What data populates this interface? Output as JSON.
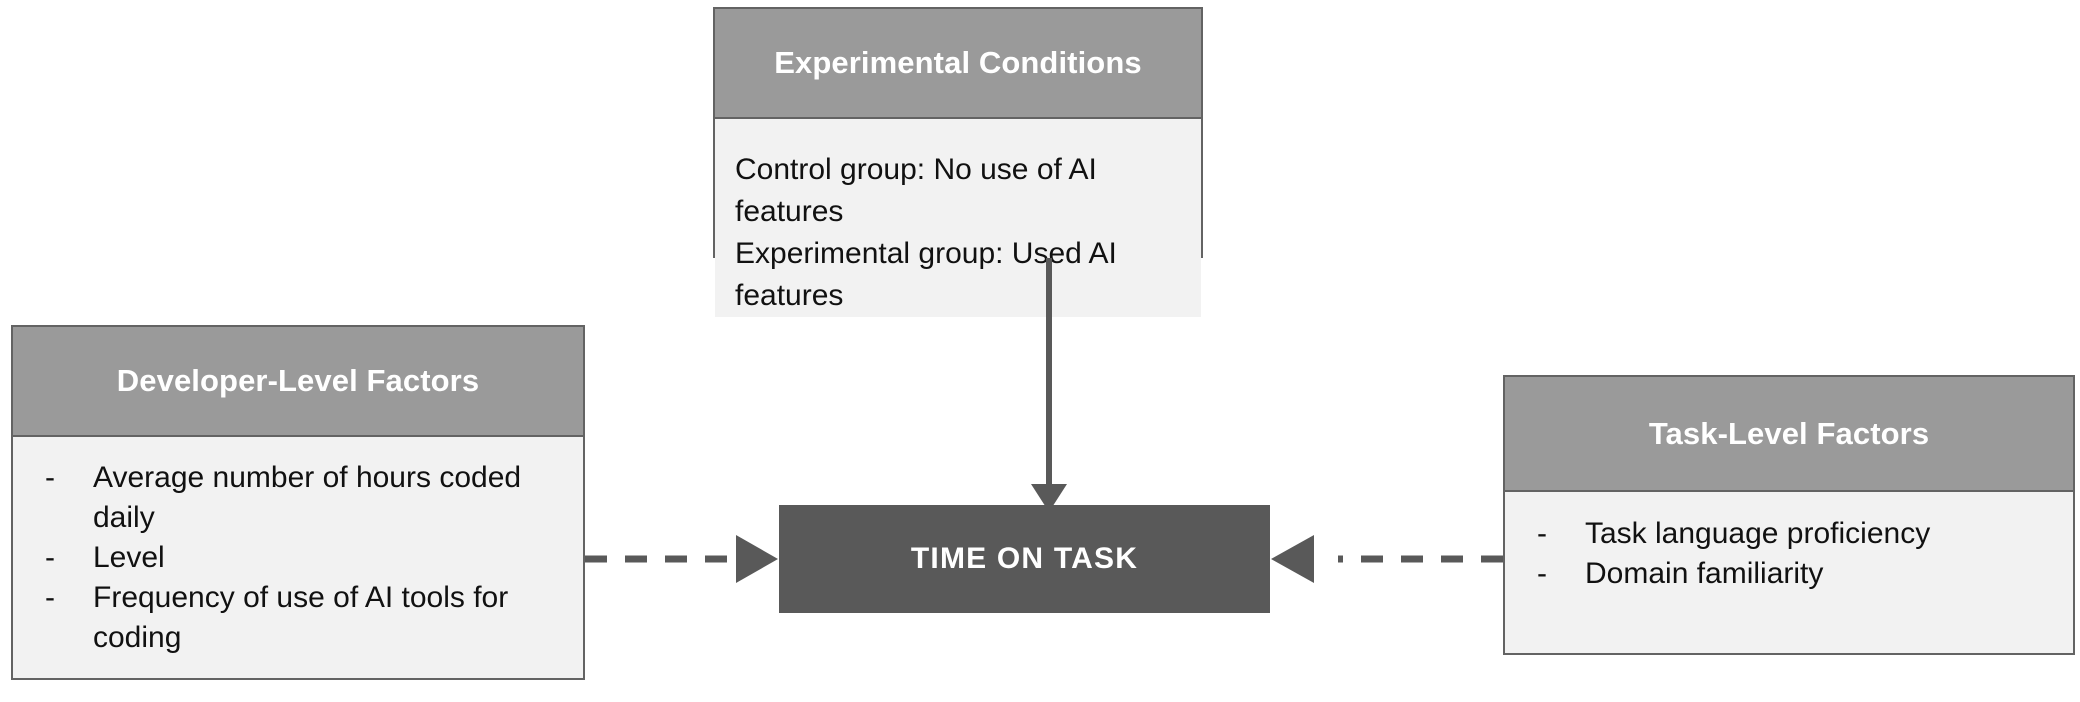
{
  "diagram": {
    "title": "Conceptual model of factors influencing time on task",
    "background_color": "#ffffff",
    "header_fill": "#9a9a9a",
    "body_fill": "#f2f2f2",
    "border_color": "#636363",
    "outcome_fill": "#595959",
    "connector_color": "#595959",
    "header_text_color": "#ffffff",
    "body_text_color": "#111111"
  },
  "experimental_conditions": {
    "title": "Experimental Conditions",
    "lines": [
      "Control group: No use of AI features",
      "Experimental group: Used AI features"
    ]
  },
  "developer_level_factors": {
    "title": "Developer-Level Factors",
    "bullet_marker": "-",
    "items": [
      "Average number of hours coded daily",
      "Level",
      "Frequency of use of AI tools for coding"
    ]
  },
  "task_level_factors": {
    "title": "Task-Level Factors",
    "bullet_marker": "-",
    "items": [
      "Task language proficiency",
      "Domain familiarity"
    ]
  },
  "outcome": {
    "label": "TIME ON TASK"
  },
  "connectors": [
    {
      "name": "experimental-conditions-to-outcome",
      "from": "experimental_conditions",
      "to": "outcome",
      "style": "solid",
      "direction": "down"
    },
    {
      "name": "developer-factors-to-outcome",
      "from": "developer_level_factors",
      "to": "outcome",
      "style": "dashed",
      "direction": "right"
    },
    {
      "name": "task-factors-to-outcome",
      "from": "task_level_factors",
      "to": "outcome",
      "style": "dashed",
      "direction": "left"
    }
  ]
}
